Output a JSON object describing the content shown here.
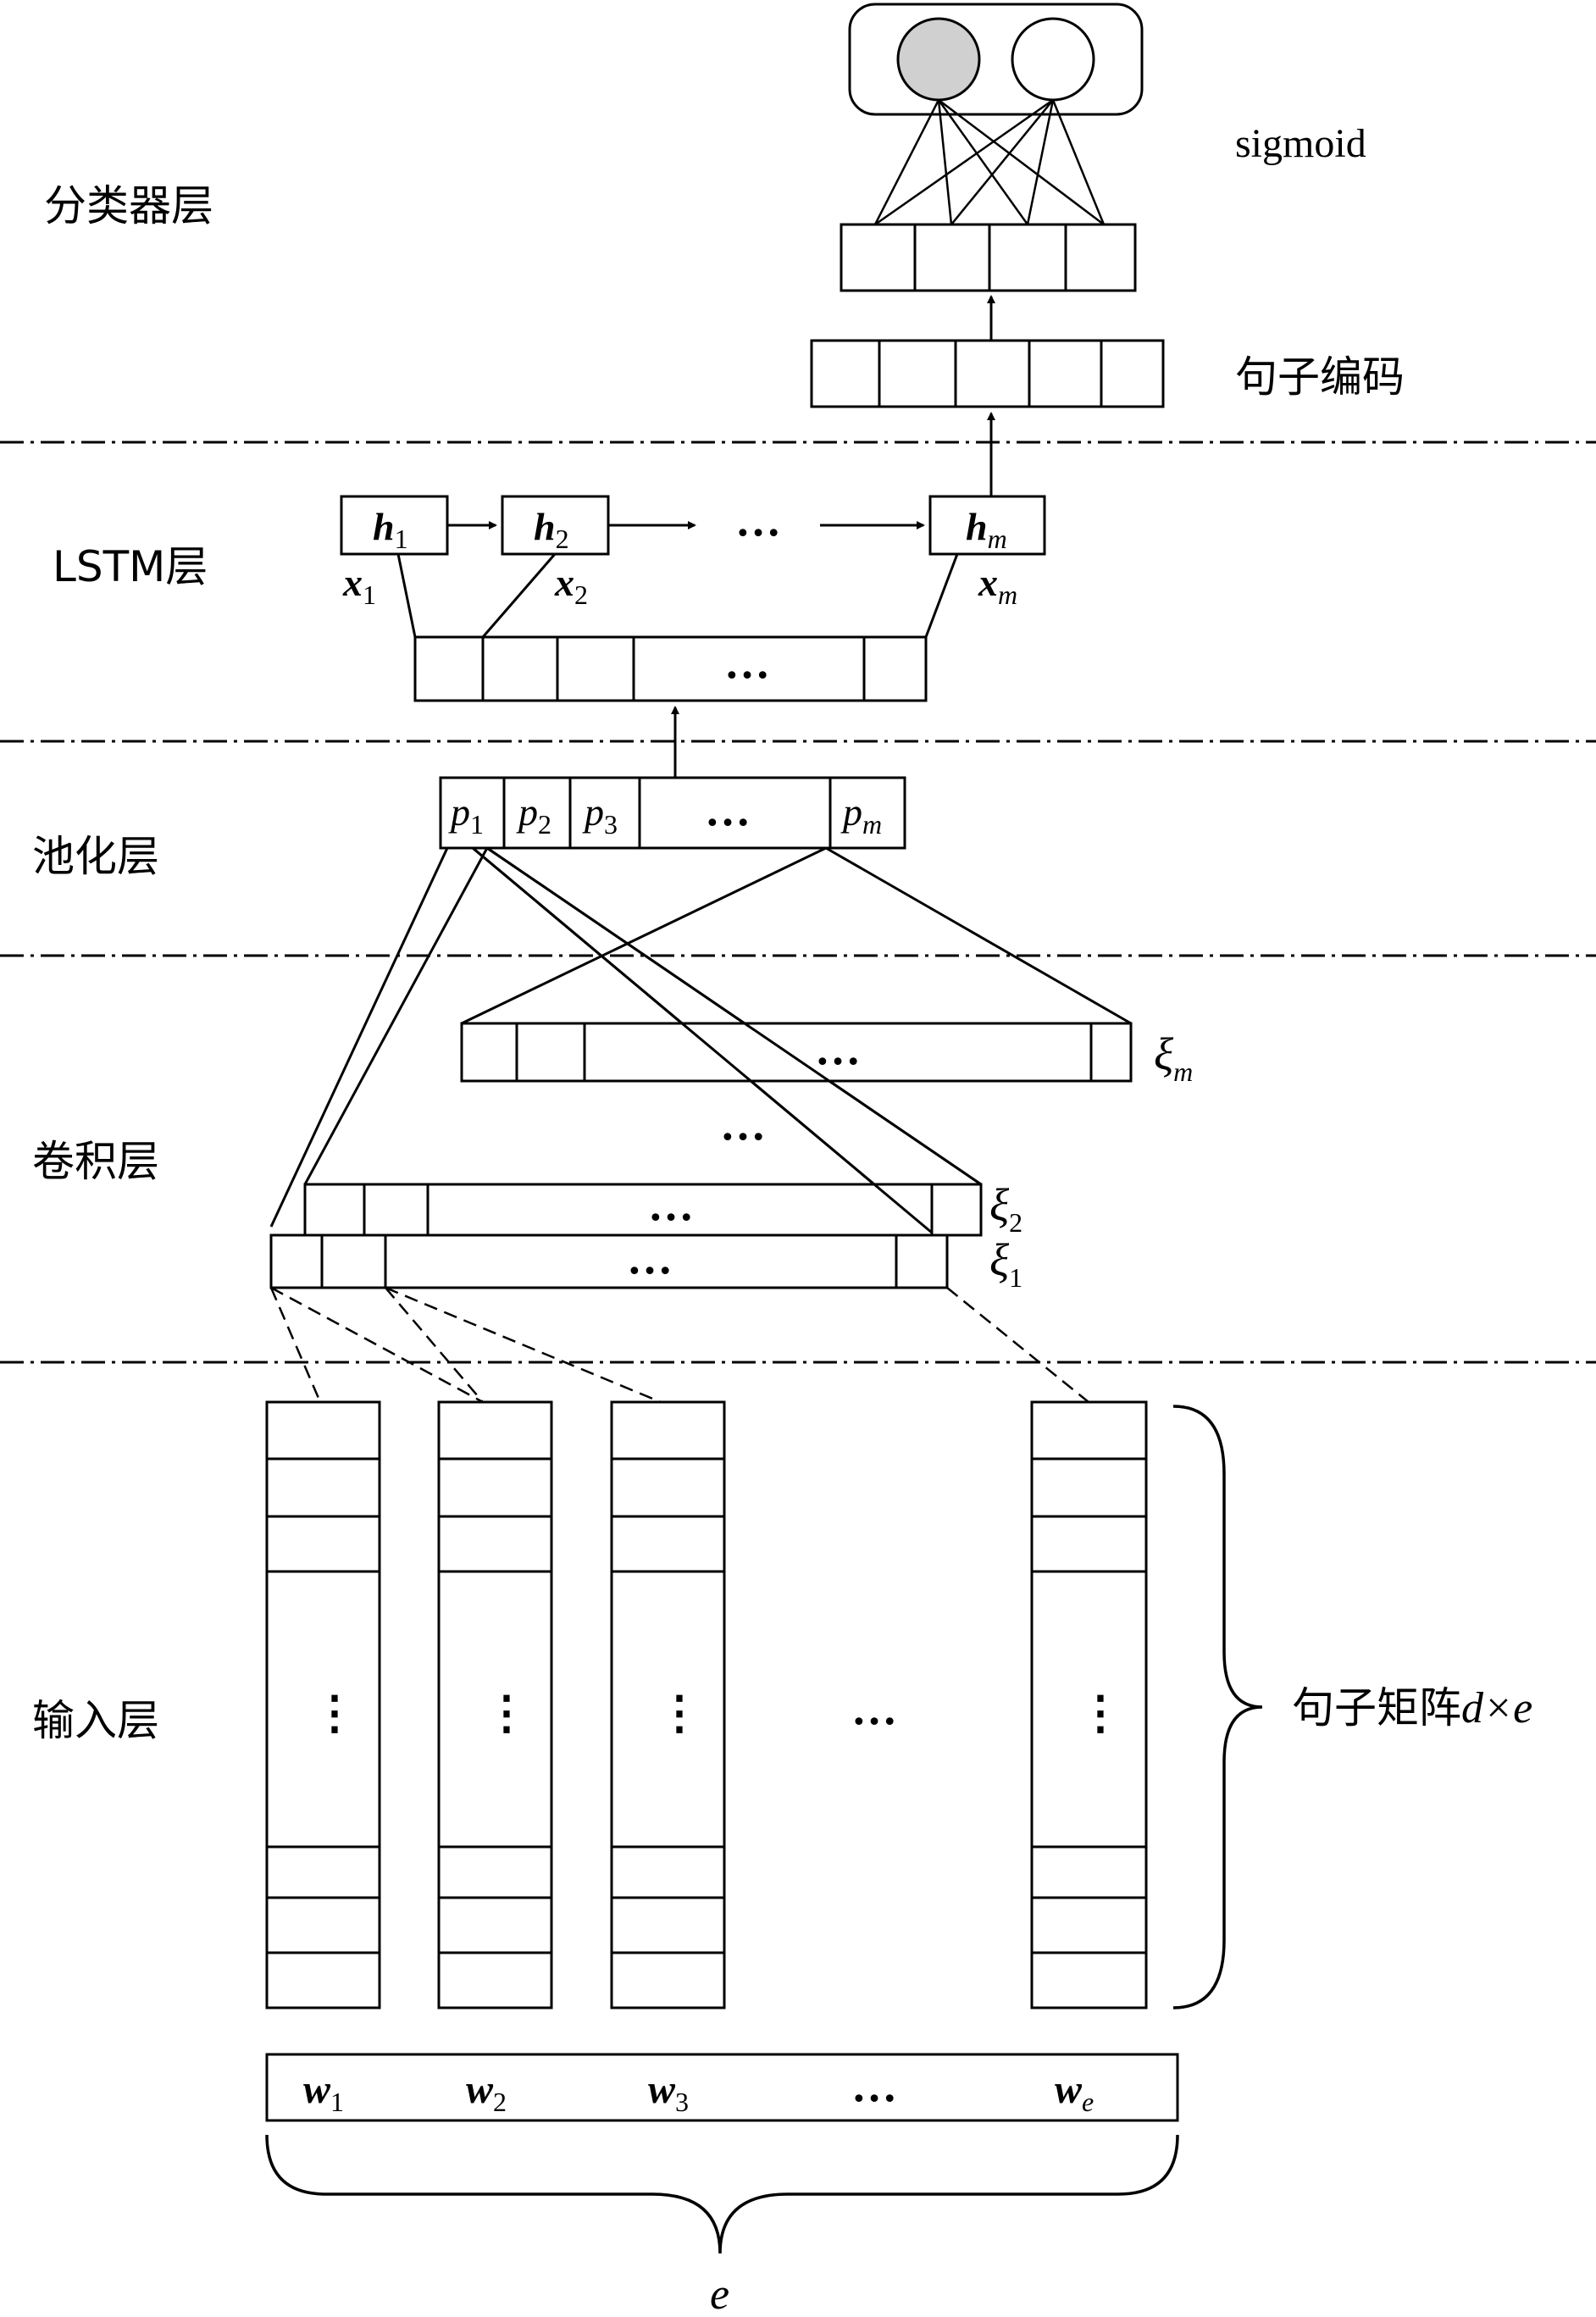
{
  "layers": {
    "classifier": "分类器层",
    "lstm": "LSTM层",
    "pooling": "池化层",
    "convolution": "卷积层",
    "input": "输入层"
  },
  "annotations": {
    "sigmoid": "sigmoid",
    "sentence_encoding": "句子编码",
    "sentence_matrix": "句子矩阵",
    "sentence_matrix_dims": "d×e",
    "e_label": "e",
    "ellipsis": "…",
    "vertical_ellipsis": "⋮"
  },
  "lstm": {
    "hidden": [
      {
        "base": "h",
        "sub": "1"
      },
      {
        "base": "h",
        "sub": "2"
      },
      {
        "base": "h",
        "sub": "m"
      }
    ],
    "inputs": [
      {
        "base": "x",
        "sub": "1"
      },
      {
        "base": "x",
        "sub": "2"
      },
      {
        "base": "x",
        "sub": "m"
      }
    ]
  },
  "pooling": {
    "cells": [
      {
        "base": "p",
        "sub": "1"
      },
      {
        "base": "p",
        "sub": "2"
      },
      {
        "base": "p",
        "sub": "3"
      },
      {
        "base": "p",
        "sub": "m"
      }
    ]
  },
  "convolution": {
    "filters": [
      {
        "base": "ξ",
        "sub": "m"
      },
      {
        "base": "ξ",
        "sub": "2"
      },
      {
        "base": "ξ",
        "sub": "1"
      }
    ]
  },
  "words": [
    {
      "base": "w",
      "sub": "1"
    },
    {
      "base": "w",
      "sub": "2"
    },
    {
      "base": "w",
      "sub": "3"
    },
    {
      "base": "w",
      "sub": "e"
    }
  ]
}
